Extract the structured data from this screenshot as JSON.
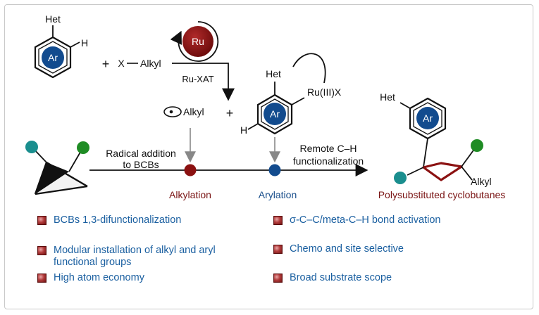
{
  "diagram": {
    "reactant": {
      "het": "Het",
      "h": "H",
      "ar": "Ar"
    },
    "plus": "+",
    "reagent": {
      "x": "X",
      "alkyl": "Alkyl"
    },
    "catalyst": {
      "ru": "Ru",
      "process": "Ru-XAT"
    },
    "radical_alkyl": "Alkyl",
    "complex": {
      "het": "Het",
      "ar": "Ar",
      "ru": "Ru(III)X",
      "h": "H"
    },
    "step1_label_line1": "Radical addition",
    "step1_label_line2": "to BCBs",
    "step2_label_line1": "Remote C–H",
    "step2_label_line2": "functionalization",
    "node_alkylation": "Alkylation",
    "node_arylation": "Arylation",
    "product": {
      "het": "Het",
      "ar": "Ar",
      "alkyl": "Alkyl",
      "caption": "Polysubstituted cyclobutanes"
    },
    "colors": {
      "ru": "#8b1111",
      "ar": "#124b8e",
      "teal": "#1a8e8e",
      "green": "#1f8c24",
      "product": "#8b1111"
    }
  },
  "bullets_left": [
    {
      "line1": "BCBs 1,3-difunctionalization",
      "line2": ""
    },
    {
      "line1": "Modular installation of alkyl and aryl",
      "line2": "functional groups"
    },
    {
      "line1": "High atom economy",
      "line2": ""
    }
  ],
  "bullets_right": [
    {
      "line1": "σ-C–C/meta-C–H bond activation",
      "line2": ""
    },
    {
      "line1": "Chemo and site selective",
      "line2": ""
    },
    {
      "line1": "Broad substrate scope",
      "line2": ""
    }
  ]
}
